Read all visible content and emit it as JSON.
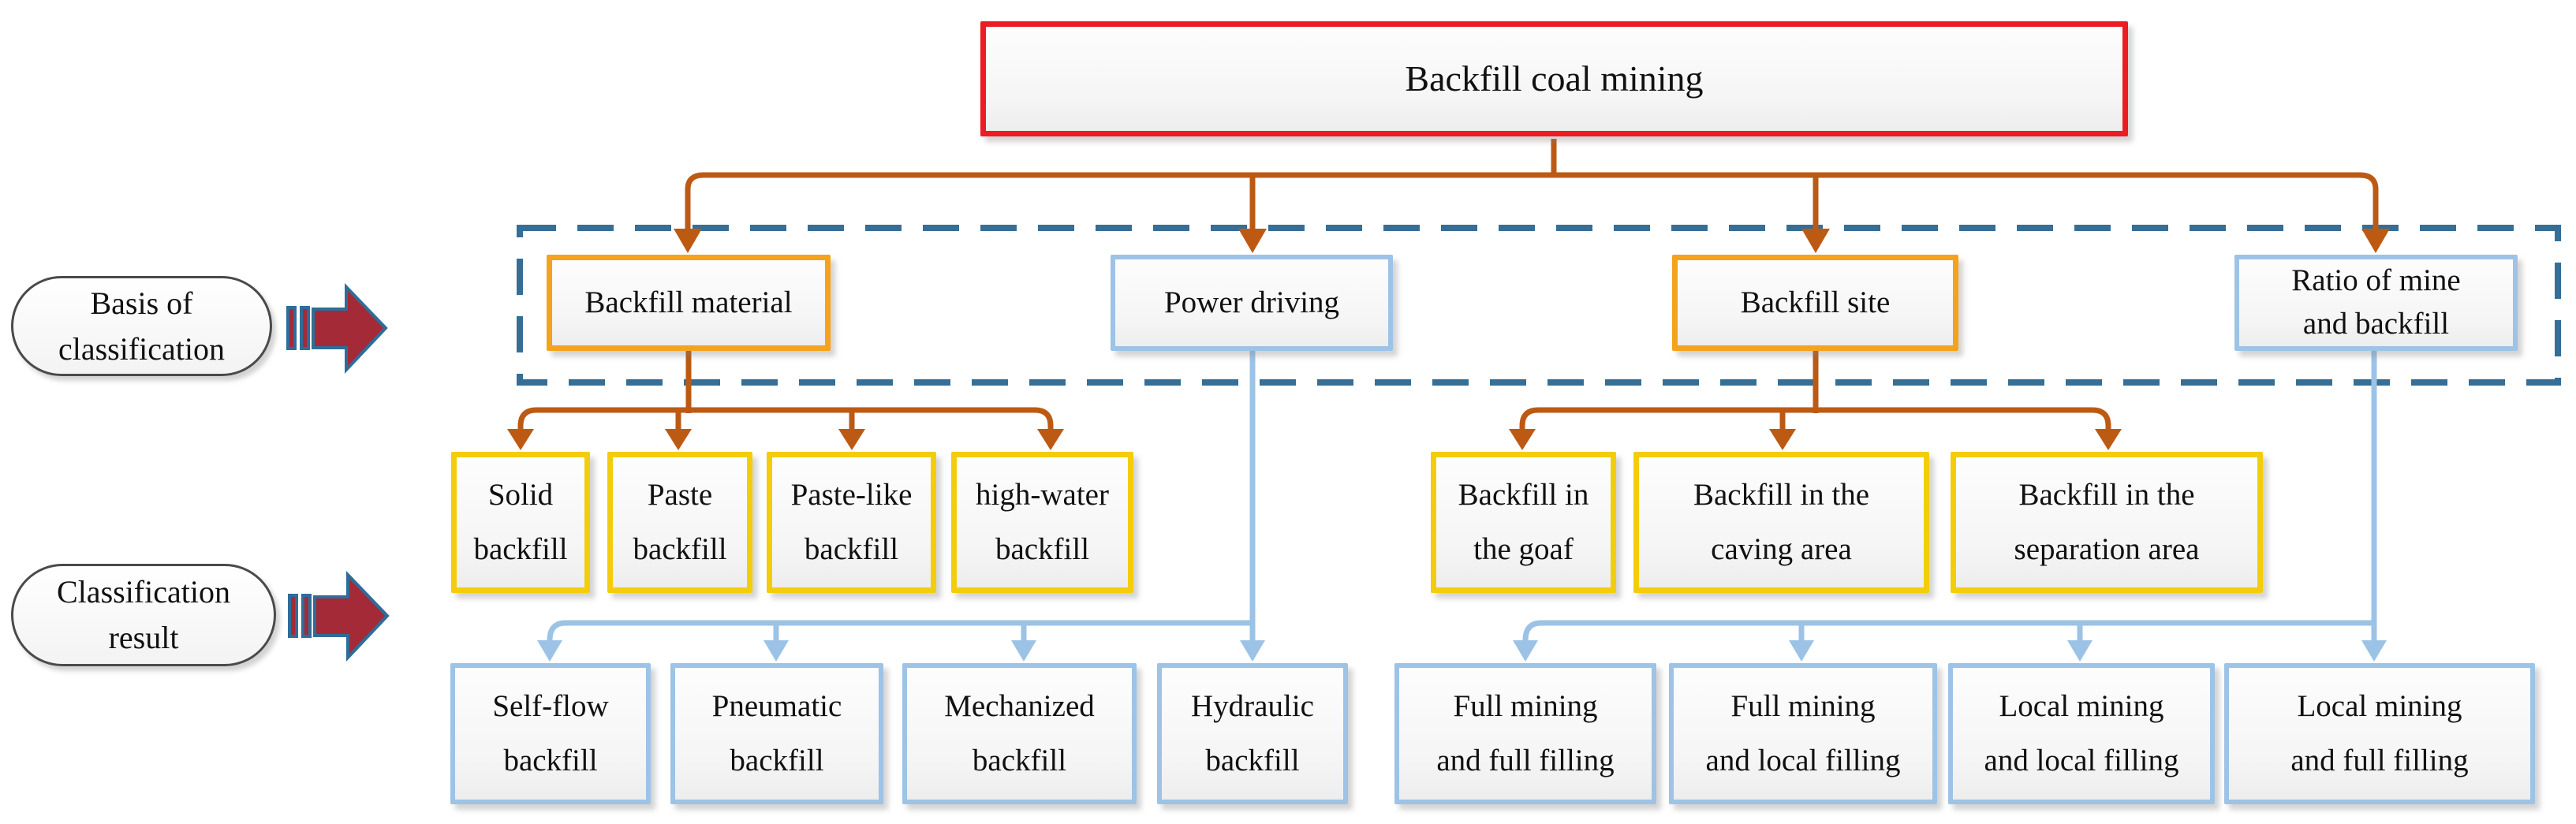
{
  "diagram": {
    "title": "Backfill coal mining",
    "legend": {
      "basis_label": "Basis of\nclassification",
      "result_label": "Classification\nresult"
    },
    "bases": {
      "material": "Backfill material",
      "power": "Power driving",
      "site": "Backfill site",
      "ratio": "Ratio of mine\nand backfill"
    },
    "material_results": {
      "solid": "Solid\nbackfill",
      "paste": "Paste\nbackfill",
      "paste_like": "Paste-like\nbackfill",
      "high_water": "high-water\nbackfill"
    },
    "site_results": {
      "goaf": "Backfill in\nthe goaf",
      "caving": "Backfill in the\ncaving area",
      "separation": "Backfill in the\nseparation area"
    },
    "power_results": {
      "self_flow": "Self-flow\nbackfill",
      "pneumatic": "Pneumatic\nbackfill",
      "mechanized": "Mechanized\nbackfill",
      "hydraulic": "Hydraulic\nbackfill"
    },
    "ratio_results": {
      "full_full": "Full mining\nand full filling",
      "full_local": "Full mining\nand local filling",
      "local_local": "Local mining\nand local filling",
      "local_full": "Local mining\nand full filling"
    },
    "colors": {
      "root_border": "#EC1C24",
      "basis_orange_border": "#F5A21D",
      "basis_blue_border": "#9DC3E6",
      "result_yellow_border": "#F3CD0C",
      "result_blue_border": "#9DC3E6",
      "orange_connector": "#BC5A14",
      "blue_connector": "#9CC3E5",
      "dashed_frame": "#356E96",
      "legend_arrow_fill": "#A42A38",
      "legend_arrow_outline": "#2E6D99"
    }
  }
}
